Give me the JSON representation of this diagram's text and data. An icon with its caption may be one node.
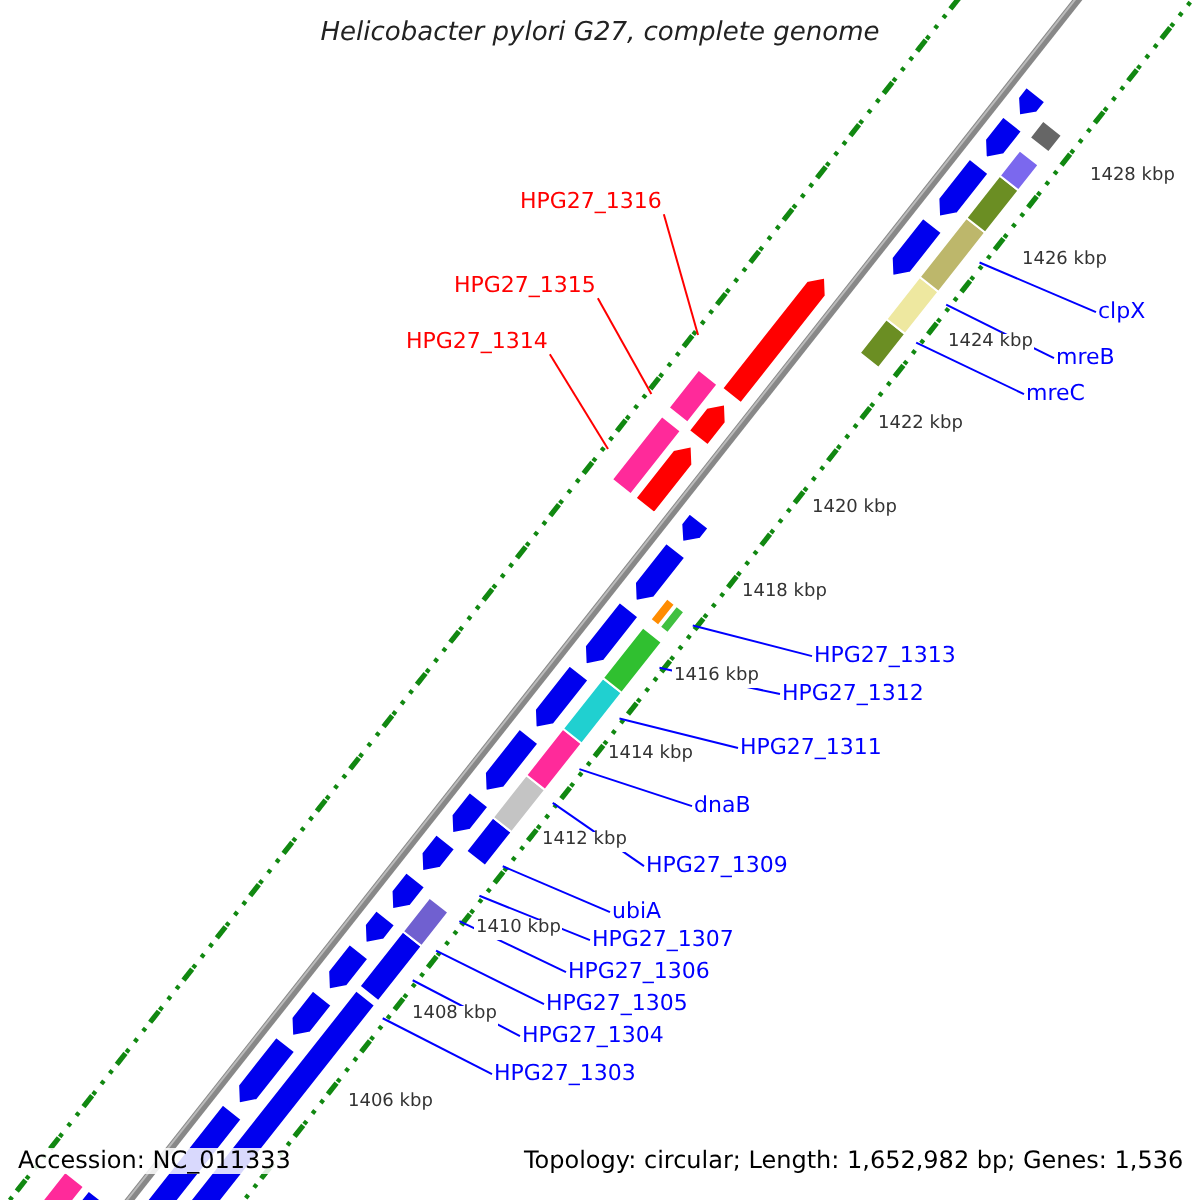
{
  "diagram": {
    "title": "Helicobacter pylori G27, complete genome",
    "nodes": [
      {
        "text": [
          "HPG27_1316"
        ]
      },
      {
        "text": [
          "HPG27_1315"
        ]
      },
      {
        "text": [
          "clpX"
        ]
      },
      {
        "text": [
          "HPG27_1314"
        ]
      },
      {
        "text": [
          "mreB"
        ]
      },
      {
        "text": [
          "mreC"
        ]
      },
      {
        "text": [
          "HPG27_1313"
        ]
      },
      {
        "text": [
          "HPG27_1312"
        ]
      },
      {
        "text": [
          "HPG27_1311"
        ]
      },
      {
        "text": [
          "dnaB"
        ]
      },
      {
        "text": [
          "HPG27_1309"
        ]
      },
      {
        "text": [
          "ubiA"
        ]
      },
      {
        "text": [
          "HPG27_1307"
        ]
      },
      {
        "text": [
          "HPG27_1306"
        ]
      },
      {
        "text": [
          "HPG27_1305"
        ]
      },
      {
        "text": [
          "HPG27_1304"
        ]
      },
      {
        "text": [
          "HPG27_1303"
        ]
      }
    ],
    "edges": [
      {
        "from": 0,
        "to": null,
        "arrow": "none",
        "color": "#ff0000"
      },
      {
        "from": 1,
        "to": null,
        "arrow": "none",
        "color": "#ff0000"
      },
      {
        "from": 2,
        "to": null,
        "arrow": "none"
      },
      {
        "from": 3,
        "to": null,
        "arrow": "none",
        "color": "#ff0000"
      },
      {
        "from": 4,
        "to": null,
        "arrow": "none"
      },
      {
        "from": 5,
        "to": null,
        "arrow": "none"
      },
      {
        "from": 6,
        "to": null,
        "arrow": "none"
      },
      {
        "from": 7,
        "to": null,
        "arrow": "none"
      },
      {
        "from": 8,
        "to": null,
        "arrow": "none"
      },
      {
        "from": 9,
        "to": null,
        "arrow": "none"
      },
      {
        "from": 10,
        "to": null,
        "arrow": "none"
      },
      {
        "from": 11,
        "to": null,
        "arrow": "none"
      },
      {
        "from": 12,
        "to": null,
        "arrow": "none"
      },
      {
        "from": 13,
        "to": null,
        "arrow": "none"
      },
      {
        "from": 14,
        "to": null,
        "arrow": "none"
      },
      {
        "from": 15,
        "to": null,
        "arrow": "none"
      },
      {
        "from": 16,
        "to": null,
        "arrow": "none"
      }
    ],
    "labels": [
      "1428 kbp",
      "1426 kbp",
      "1424 kbp",
      "1422 kbp",
      "1420 kbp",
      "1418 kbp",
      "1416 kbp",
      "1414 kbp",
      "1412 kbp",
      "1410 kbp",
      "1408 kbp",
      "1406 kbp",
      "Accession: NC_011333",
      "Topology: circular; Length: 1,652,982 bp; Genes: 1,536"
    ]
  }
}
